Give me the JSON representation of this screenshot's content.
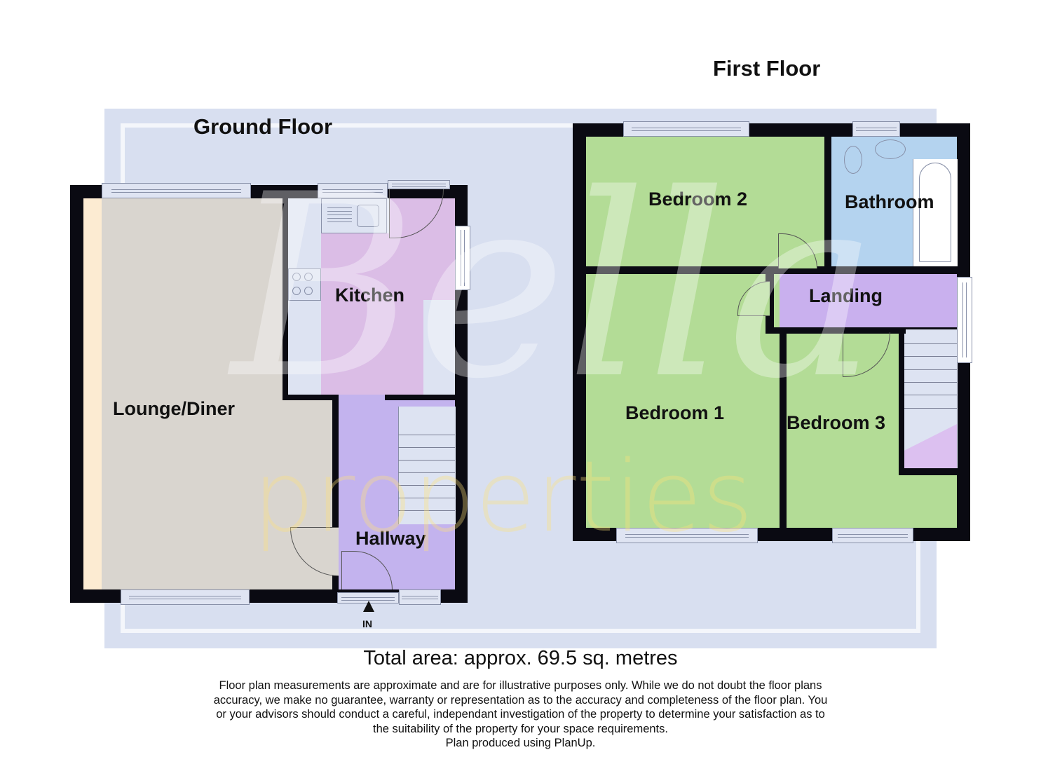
{
  "plan": {
    "ground_floor": {
      "title": "Ground Floor",
      "rooms": [
        {
          "name": "Lounge/Diner",
          "color": "#d9d5cf"
        },
        {
          "name": "Kitchen",
          "color": "#dbbde6"
        },
        {
          "name": "Hallway",
          "color": "#c3b3ee"
        }
      ],
      "entrance_label": "IN"
    },
    "first_floor": {
      "title": "First Floor",
      "rooms": [
        {
          "name": "Bedroom 2",
          "color": "#b3dc96"
        },
        {
          "name": "Bathroom",
          "color": "#b4d3ef"
        },
        {
          "name": "Landing",
          "color": "#c9b0ee"
        },
        {
          "name": "Bedroom 1",
          "color": "#b3dc96"
        },
        {
          "name": "Bedroom 3",
          "color": "#b3dc96"
        }
      ]
    },
    "watermark": {
      "script": "Bella",
      "word": "properties"
    },
    "total_area": "Total area: approx. 69.5 sq. metres",
    "disclaimer_lines": [
      "Floor plan measurements are approximate and are for illustrative purposes only. While we do not doubt the floor plans",
      "accuracy, we make no guarantee, warranty or representation as to the accuracy and completeness of the floor plan. You",
      "or your advisors should conduct a careful, independant investigation of the property to determine your satisfaction as to",
      "the suitability of the property for your space requirements.",
      "Plan produced using PlanUp."
    ],
    "colors": {
      "wall": "#0a0a12",
      "background_panel": "#d8dff0"
    }
  }
}
